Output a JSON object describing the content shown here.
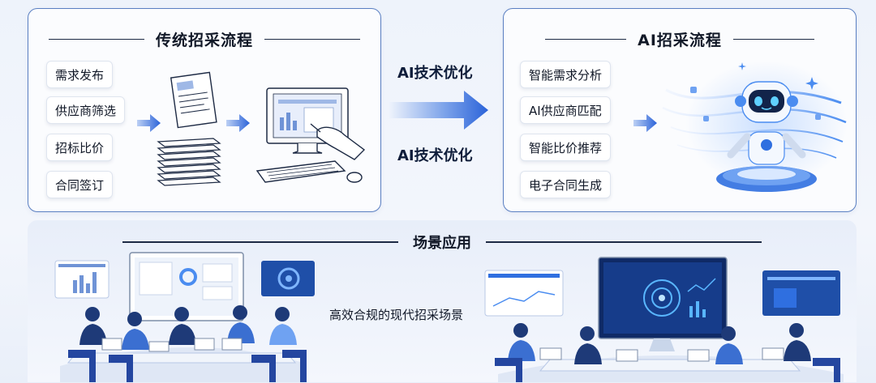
{
  "traditional": {
    "title": "传统招采流程",
    "steps": [
      "需求发布",
      "供应商筛选",
      "招标比价",
      "合同签订"
    ]
  },
  "center": {
    "top_label": "AI技术优化",
    "bottom_label": "AI技术优化"
  },
  "ai": {
    "title": "AI招采流程",
    "steps": [
      "智能需求分析",
      "AI供应商匹配",
      "智能比价推荐",
      "电子合同生成"
    ]
  },
  "scene": {
    "title": "场景应用",
    "caption": "高效合规的现代招采场景"
  },
  "colors": {
    "accent": "#2f6fe0",
    "panel_border": "#5a7fc2",
    "arrow_blue": "#2b63d9"
  }
}
